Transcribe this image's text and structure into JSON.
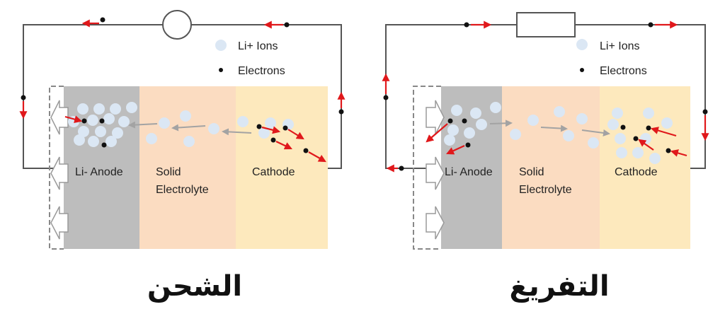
{
  "colors": {
    "anode": "#bdbdbd",
    "electrolyte": "#fbdcc1",
    "cathode": "#fde9bd",
    "ion": "#dbe7f4",
    "electron": "#111111",
    "electron_arrow": "#e0181b",
    "ion_arrow": "#a3a3a3",
    "wire": "#555555"
  },
  "charging": {
    "title": "الشحن",
    "legend": {
      "ions": "Li+ Ions",
      "electrons": "Electrons"
    },
    "labels": {
      "anode": "Li- Anode",
      "electrolyte_line1": "Solid",
      "electrolyte_line2": "Electrolyte",
      "cathode": "Cathode"
    },
    "source_symbol": "circle"
  },
  "discharging": {
    "title": "التفريغ",
    "legend": {
      "ions": "Li+ Ions",
      "electrons": "Electrons"
    },
    "labels": {
      "anode": "Li- Anode",
      "electrolyte_line1": "Solid",
      "electrolyte_line2": "Electrolyte",
      "cathode": "Cathode"
    },
    "load_symbol": "resistor"
  }
}
